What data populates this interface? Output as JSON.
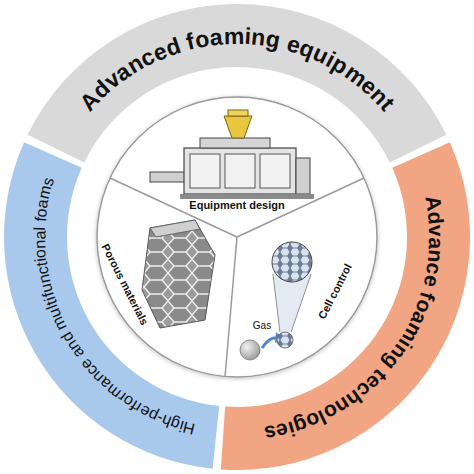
{
  "diagram": {
    "nodes": [
      {
        "text": [
          "Advanced foaming equipment"
        ]
      },
      {
        "text": [
          "Advance foaming technologies"
        ]
      },
      {
        "text": [
          "High-performance and multifunctional foams"
        ]
      },
      {
        "text": [
          "Equipment design"
        ]
      },
      {
        "text": [
          "Porous materials"
        ]
      },
      {
        "text": [
          "Cell control"
        ]
      }
    ],
    "labels": [
      "Gas"
    ]
  }
}
